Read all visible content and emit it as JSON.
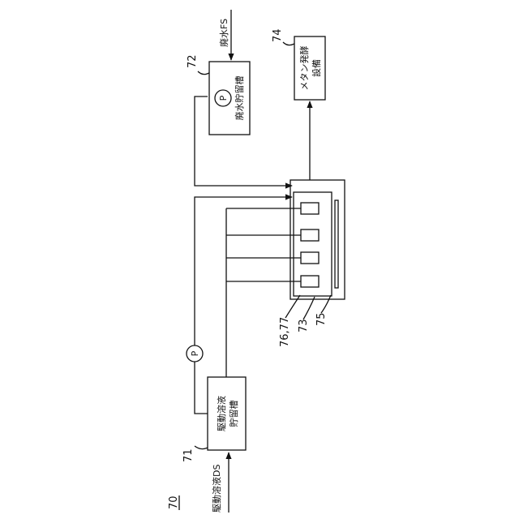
{
  "figure": {
    "number": "70",
    "refs": {
      "drive_tank": "71",
      "waste_tank": "72",
      "module": "73",
      "methane": "74",
      "vessel": "75",
      "membranes": "76,77"
    },
    "labels": {
      "drive_tank": [
        "駆動溶液",
        "貯留槽"
      ],
      "waste_tank": [
        "廃水貯留槽"
      ],
      "methane": [
        "メタン発酵",
        "設備"
      ],
      "drive_input": "駆動溶液DS",
      "waste_input": "廃水FS",
      "pump": "P"
    }
  }
}
